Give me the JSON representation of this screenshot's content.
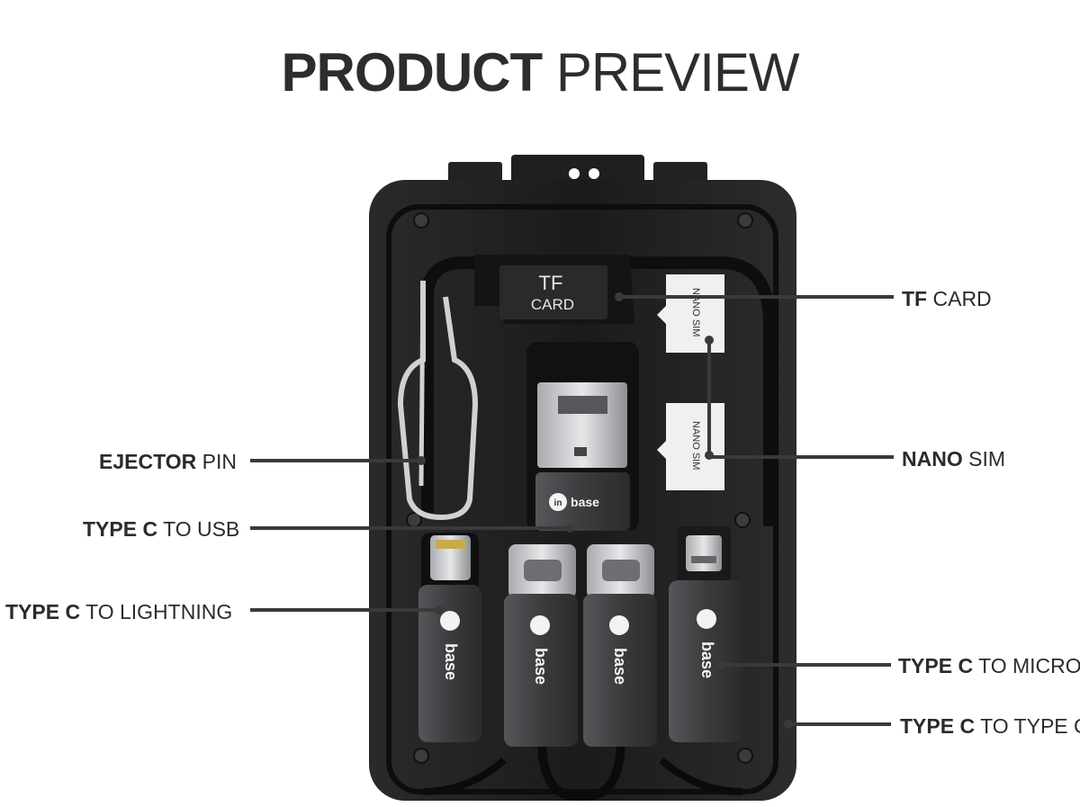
{
  "title": {
    "bold": "PRODUCT",
    "light": "PREVIEW"
  },
  "product_marks": {
    "tf_card": {
      "line1": "TF",
      "line2": "CARD"
    },
    "sim_label": "NANO SIM",
    "brand": "base",
    "brand_mark": "in"
  },
  "labels": {
    "tf_card": {
      "bold": "TF",
      "light": "CARD"
    },
    "nano_sim": {
      "bold": "NANO",
      "light": "SIM"
    },
    "ejector_pin": {
      "bold": "EJECTOR",
      "light": "PIN"
    },
    "type_c_usb": {
      "bold": "TYPE C",
      "light": "TO USB"
    },
    "type_c_lightning": {
      "bold": "TYPE C",
      "light": "TO LIGHTNING"
    },
    "type_c_micro": {
      "bold": "TYPE C",
      "light": "TO MICRO"
    },
    "type_c_type_c": {
      "bold": "TYPE C",
      "light": "TO TYPE C"
    }
  },
  "colors": {
    "case": "#1c1c1d",
    "case_edge": "#0e0e0f",
    "sim_card": "#f0f0ee",
    "adapter": "#3b3c3e",
    "text": "#2b2b2b"
  }
}
